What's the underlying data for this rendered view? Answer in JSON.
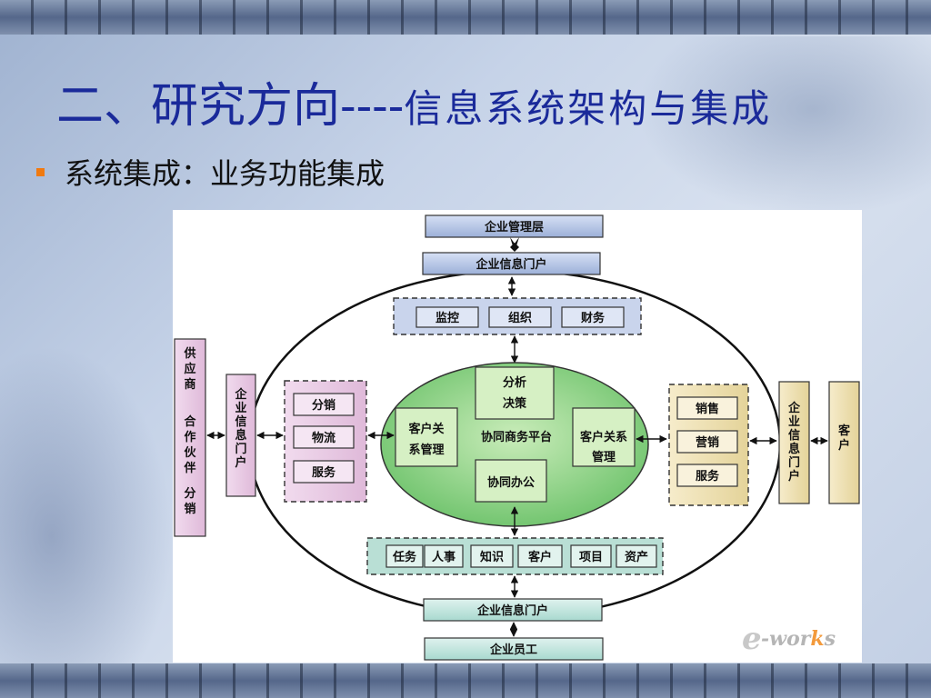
{
  "slide": {
    "title_main": "二、研究方向",
    "title_dash": "----",
    "title_sub": "信息系统架构与集成",
    "bullet": "系统集成：业务功能集成"
  },
  "diagram": {
    "top_layer": "企业管理层",
    "top_portal": "企业信息门户",
    "top_modules": [
      "监控",
      "组织",
      "财务"
    ],
    "center": {
      "analysis_1": "分析",
      "analysis_2": "决策",
      "crm_left_1": "客户关",
      "crm_left_2": "系管理",
      "platform": "协同商务平台",
      "crm_right_1": "客户关系",
      "crm_right_2": "管理",
      "office": "协同办公"
    },
    "left_modules": [
      "分销",
      "物流",
      "服务"
    ],
    "right_modules": [
      "销售",
      "营销",
      "服务"
    ],
    "left_portal": "企业信息门户",
    "right_portal": "企业信息门户",
    "left_partner": {
      "line1": "供应商",
      "line2": "合作伙伴",
      "line3": "分销"
    },
    "right_partner": "客户",
    "bottom_modules": [
      "任务",
      "人事",
      "知识",
      "客户",
      "项目",
      "资产"
    ],
    "bottom_portal": "企业信息门户",
    "bottom_layer": "企业员工",
    "logo": {
      "e": "e",
      "rest1": "-wor",
      "k": "k",
      "rest2": "s"
    }
  }
}
